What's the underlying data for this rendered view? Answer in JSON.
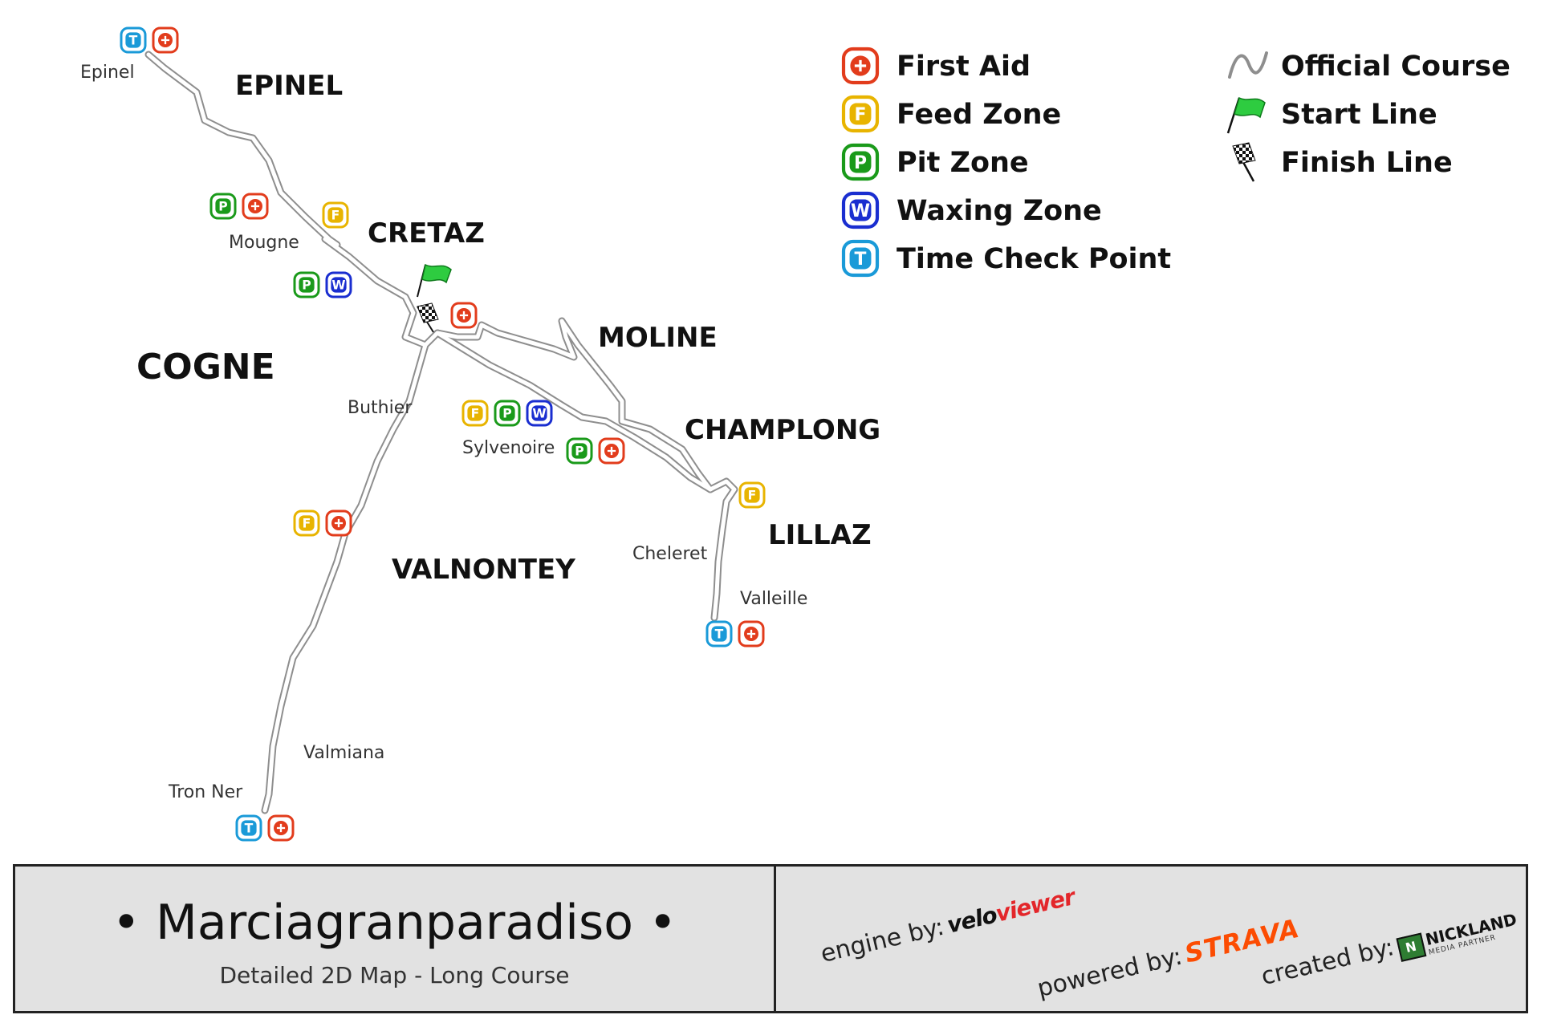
{
  "legend": {
    "items": [
      {
        "key": "first-aid",
        "label": "First Aid"
      },
      {
        "key": "feed-zone",
        "label": "Feed Zone"
      },
      {
        "key": "pit-zone",
        "label": "Pit Zone"
      },
      {
        "key": "waxing-zone",
        "label": "Waxing Zone"
      },
      {
        "key": "time-check",
        "label": "Time Check Point"
      }
    ],
    "items_right": [
      {
        "key": "official-course",
        "label": "Official Course"
      },
      {
        "key": "start-line",
        "label": "Start Line"
      },
      {
        "key": "finish-line",
        "label": "Finish Line"
      }
    ]
  },
  "badges": {
    "first_aid": {
      "symbol": "+",
      "color": "#e23c1c"
    },
    "feed_zone": {
      "letter": "F",
      "color": "#e8b400"
    },
    "pit_zone": {
      "letter": "P",
      "color": "#1a9a1a"
    },
    "waxing_zone": {
      "letter": "W",
      "color": "#1a2ed0"
    },
    "time_check": {
      "letter": "T",
      "color": "#1a9ad8"
    }
  },
  "towns": {
    "epinel": "EPINEL",
    "cretaz": "CRETAZ",
    "cogne": "COGNE",
    "moline": "MOLINE",
    "champlong": "CHAMPLONG",
    "lillaz": "LILLAZ",
    "valnontey": "VALNONTEY"
  },
  "places": {
    "epinel": "Epinel",
    "mougne": "Mougne",
    "buthier": "Buthier",
    "sylvenoire": "Sylvenoire",
    "cheleret": "Cheleret",
    "valleille": "Valleille",
    "valmiana": "Valmiana",
    "tron_ner": "Tron Ner"
  },
  "footer": {
    "title": "• Marciagranparadiso •",
    "subtitle": "Detailed 2D Map - Long Course",
    "engine_lead": "engine by:",
    "engine_brand": "veloviewer",
    "powered_lead": "powered by:",
    "powered_brand": "STRAVA",
    "created_lead": "created by:",
    "created_brand": "NICKLAND",
    "created_brand_sub": "MEDIA PARTNER"
  },
  "colors": {
    "course": "#9a9a9a",
    "start_flag": "#2ecc40",
    "velo_black": "#111111",
    "velo_red": "#e3262a",
    "strava": "#fc4c02",
    "footer_bg": "#e2e2e2"
  }
}
